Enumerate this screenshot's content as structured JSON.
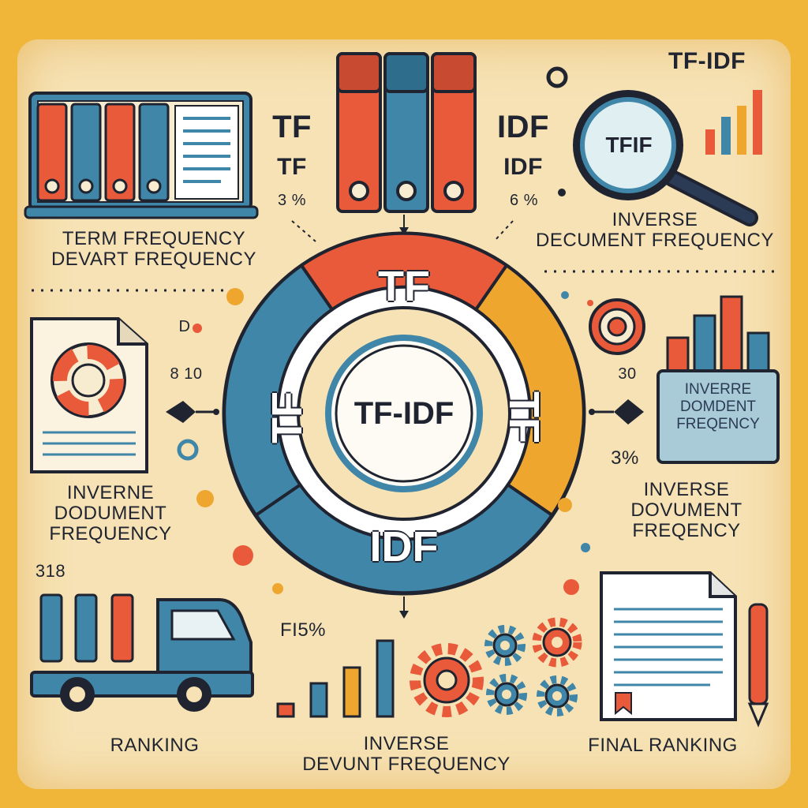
{
  "top_left_label": [
    "TERM FREQUENCY",
    "DEVART FREQUENCY"
  ],
  "tf_side": [
    "TF",
    "TF",
    "3 %"
  ],
  "idf_side": [
    "IDF",
    "IDF",
    "6 %"
  ],
  "top_right_title": "TF-IDF",
  "magnifier_text": "TFIF",
  "top_right_label": [
    "INVERSE",
    "DECUMENT FREQUENCY"
  ],
  "wheel": {
    "top": "TF",
    "left": "TF",
    "right": "TF",
    "bottom": "IDF",
    "center": "TF-IDF"
  },
  "left_note": [
    "D",
    "8 10"
  ],
  "left_label": [
    "INVERNE",
    "DODUMENT",
    "FREQUENCY"
  ],
  "right_note": [
    "30",
    "3%"
  ],
  "board_text": [
    "INVERRE",
    "DOMDENT",
    "FREQENCY"
  ],
  "right_label": [
    "INVERSE",
    "DOVUMENT",
    "FREQENCY"
  ],
  "bottom_left_note": "318",
  "bottom_middle_note": "FI5%",
  "bottom_labels": {
    "left": "RANKING",
    "middle": [
      "INVERSE",
      "DEVUNT FREQUENCY"
    ],
    "right": "FINAL RANKING"
  },
  "colors": {
    "background": "#efb63a",
    "panel": "#f6e2b4",
    "orange": "#e85a3a",
    "blue": "#3f86a8",
    "yellow": "#eea62e",
    "navy": "#1f2430"
  }
}
